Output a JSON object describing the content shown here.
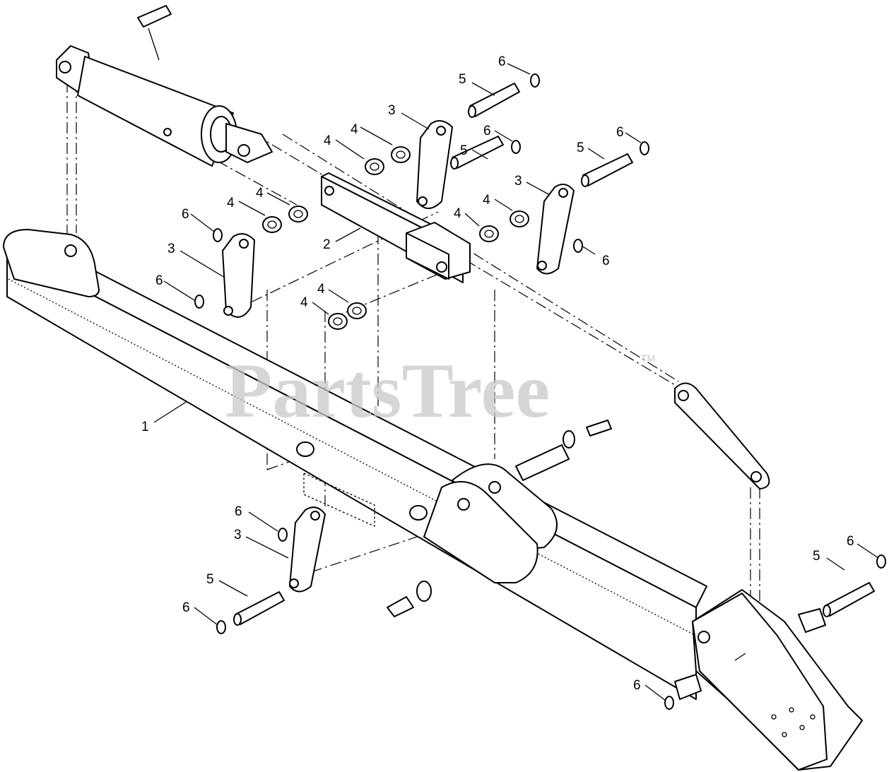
{
  "watermark": {
    "text": "PartsTree",
    "trademark": "TM"
  },
  "callouts": [
    {
      "id": "c1",
      "text": "1"
    },
    {
      "id": "c2",
      "text": "2"
    },
    {
      "id": "c3a",
      "text": "3"
    },
    {
      "id": "c3b",
      "text": "3"
    },
    {
      "id": "c3c",
      "text": "3"
    },
    {
      "id": "c3d",
      "text": "3"
    },
    {
      "id": "c4a",
      "text": "4"
    },
    {
      "id": "c4b",
      "text": "4"
    },
    {
      "id": "c4c",
      "text": "4"
    },
    {
      "id": "c4d",
      "text": "4"
    },
    {
      "id": "c4e",
      "text": "4"
    },
    {
      "id": "c4f",
      "text": "4"
    },
    {
      "id": "c4g",
      "text": "4"
    },
    {
      "id": "c4h",
      "text": "4"
    },
    {
      "id": "c5a",
      "text": "5"
    },
    {
      "id": "c5b",
      "text": "5"
    },
    {
      "id": "c5c",
      "text": "5"
    },
    {
      "id": "c5d",
      "text": "5"
    },
    {
      "id": "c5e",
      "text": "5"
    },
    {
      "id": "c6a",
      "text": "6"
    },
    {
      "id": "c6b",
      "text": "6"
    },
    {
      "id": "c6c",
      "text": "6"
    },
    {
      "id": "c6d",
      "text": "6"
    },
    {
      "id": "c6e",
      "text": "6"
    },
    {
      "id": "c6f",
      "text": "6"
    },
    {
      "id": "c6g",
      "text": "6"
    },
    {
      "id": "c6h",
      "text": "6"
    },
    {
      "id": "c6i",
      "text": "6"
    },
    {
      "id": "c6j",
      "text": "6"
    }
  ]
}
